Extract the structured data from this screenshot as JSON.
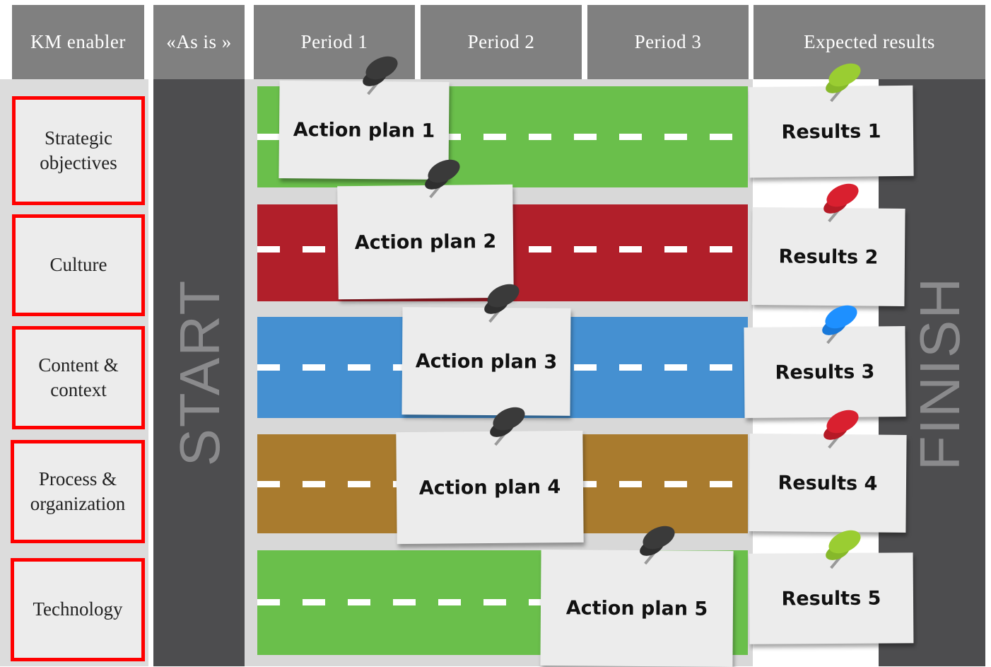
{
  "headers": {
    "enabler": "KM enabler",
    "as_is": "«As is »",
    "period_1": "Period 1",
    "period_2": "Period  2",
    "period_3": "Period  3",
    "expected": "Expected results"
  },
  "start_label": "START",
  "finish_label": "FINISH",
  "enablers": [
    "Strategic\nobjectives",
    "Culture",
    "Content &\ncontext",
    "Process &\norganization",
    "Technology"
  ],
  "action_plans": [
    "Action plan 1",
    "Action plan 2",
    "Action plan 3",
    "Action plan 4",
    "Action plan 5"
  ],
  "results": [
    "Results  1",
    "Results  2",
    "Results  3",
    "Results  4",
    "Results  5"
  ],
  "colors": {
    "header": "#808080",
    "dark_bar": "#4d4d4f",
    "lane_1": "#6abf4b",
    "lane_2": "#b11f2a",
    "lane_3": "#4590d1",
    "lane_4": "#a97b2e",
    "lane_5": "#6abf4b",
    "enabler_border": "#ff0000",
    "pin_dark": "#3a3a3a",
    "pin_green": "#9acd32",
    "pin_red": "#d9202f",
    "pin_blue": "#1e90ff"
  },
  "icons": {
    "action_pin": "pushpin-icon",
    "results_pins": [
      "green-pushpin-icon",
      "red-pushpin-icon",
      "blue-pushpin-icon",
      "red-pushpin-icon",
      "green-pushpin-icon"
    ]
  }
}
